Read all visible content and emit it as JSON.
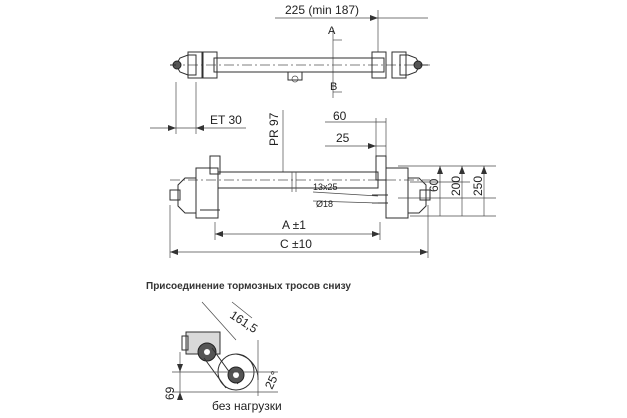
{
  "top_view": {
    "dim_225": "225 (min 187)",
    "section_a": "A",
    "section_b": "B",
    "offset_et": "ET 30"
  },
  "front_view": {
    "pr_label": "PR 97",
    "dim_60_top": "60",
    "dim_25": "25",
    "dim_60_side": "60",
    "dim_200": "200",
    "dim_250": "250",
    "bolt_label": "13x25",
    "hole_label": "Ø18",
    "dim_a": "A ±1",
    "dim_c": "C ±10"
  },
  "detail": {
    "caption": "Присоединение тормозных тросов снизу",
    "dim_161_5": "161,5",
    "dim_69": "69",
    "angle_25": "25°",
    "state_label": "без нагрузки"
  }
}
